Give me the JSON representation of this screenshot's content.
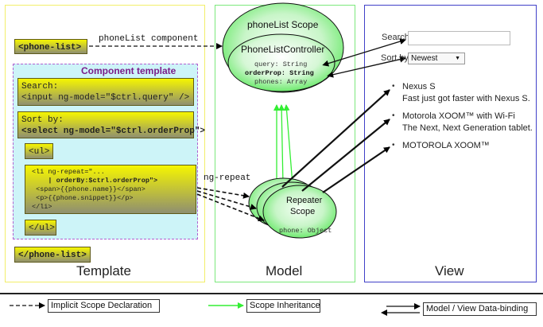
{
  "template": {
    "title": "Template",
    "phone_list_open": "<phone-list>",
    "component_template_title": "Component template",
    "search_line1": "Search:",
    "search_line2": "<input ng-model=\"$ctrl.query\" />",
    "sortby_line1": "Sort by:",
    "sortby_line2": "<select ng-model=\"$ctrl.orderProp\">",
    "ul_open": "<ul>",
    "li_line1": "<li ng-repeat=\"...",
    "li_line2": "| orderBy:$ctrl.orderProp\">",
    "li_line3": "<span>{{phone.name}}</span>",
    "li_line4": "<p>{{phone.snippet}}</p>",
    "li_line5": "</li>",
    "ul_close": "</ul>",
    "phone_list_close": "</phone-list>"
  },
  "model": {
    "title": "Model",
    "scope_title": "phoneList Scope",
    "controller_name": "PhoneListController",
    "prop_query": "query: String",
    "prop_orderprop": "orderProp: String",
    "prop_phones": "phones: Array",
    "repeater_line1": "Repeater",
    "repeater_line2": "Scope",
    "repeater_prop": "phone: Object"
  },
  "connectors": {
    "phonelist_component": "phoneList component",
    "ng_repeat": "ng-repeat"
  },
  "view": {
    "title": "View",
    "search_label": "Search:",
    "sortby_label": "Sort by:",
    "sort_value": "Newest",
    "items": [
      {
        "name": "Nexus S",
        "snippet": "Fast just got faster with Nexus S."
      },
      {
        "name": "Motorola XOOM™ with Wi-Fi",
        "snippet": "The Next, Next Generation tablet."
      },
      {
        "name": "MOTOROLA XOOM™",
        "snippet": ""
      }
    ]
  },
  "legend": {
    "implicit": "Implicit Scope Declaration",
    "inheritance": "Scope Inheritance",
    "binding": "Model / View Data-binding"
  },
  "colors": {
    "template_border": "#f2ee6a",
    "model_border": "#7ce87c",
    "view_border": "#4040c8",
    "inheritance_arrow": "#33ee33",
    "code_box": "#f6f600",
    "component_bg": "#cdf4f8"
  }
}
